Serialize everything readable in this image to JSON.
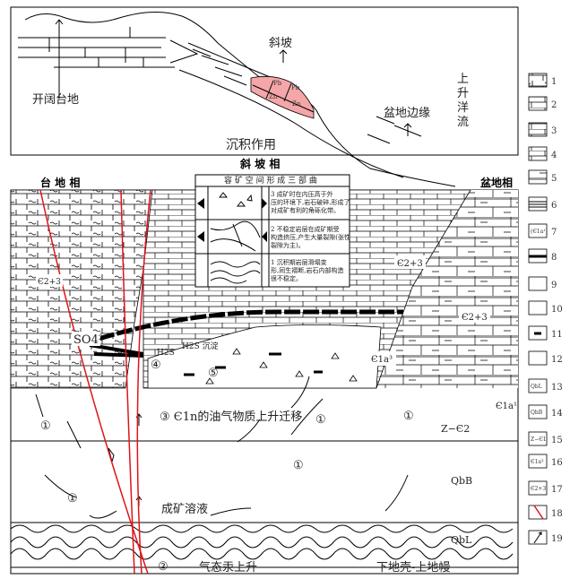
{
  "top_panel": {
    "platform": "开阔台地",
    "slope": "斜坡",
    "basin_margin": "盆地边缘",
    "upwelling": [
      "上",
      "升",
      "洋",
      "流"
    ],
    "process": "沉积作用",
    "ore_labels": [
      "Pb",
      "Pb",
      "Zn",
      "Zn"
    ],
    "ore_color": "#f4a6a8"
  },
  "facies": {
    "slope": "斜 坡 相",
    "platform": "台 地 相",
    "basin": "盆地相"
  },
  "inset": {
    "title": "容 矿 空 间 形 成 三 部 曲",
    "rows": [
      [
        "3 成矿时在内压高于外",
        "压的环境下,岩石破碎,形成了",
        "对成矿有利的角砾化带。"
      ],
      [
        "2 不稳定岩层在成矿期受",
        "构造挤压,产生大量裂隙(张性",
        "裂隙为主)。"
      ],
      [
        "1 沉积期岩层滑塌变",
        "形,同生褶断,岩石内部构造",
        "很不稳定。"
      ]
    ]
  },
  "main": {
    "e23_a": "Є2+3",
    "e23_b": "Є2+3",
    "e23_c": "Є2+3",
    "e1a3": "Є1a³",
    "e1a1": "Є1a¹",
    "so4": "SO4²⁻",
    "h2s": "H2S",
    "h2s_precip": "H2S 沉淀",
    "n4": "④",
    "n5": "⑤",
    "migration": "③ Є1n的油气物质上升迁移",
    "n1": "①",
    "z_e2": "Z−Є2",
    "qbb": "QbB",
    "ore_fluid": "成矿溶液",
    "qbl": "QbL",
    "n2": "②",
    "mercury": "气态汞上升",
    "crust": "下地壳-上地幔"
  },
  "legend": {
    "numbers": [
      "1",
      "2",
      "3",
      "4",
      "5",
      "6",
      "7",
      "8",
      "9",
      "10",
      "11",
      "12",
      "13",
      "14",
      "15",
      "16",
      "17",
      "18",
      "19"
    ],
    "box_labels": {
      "7": "(Є1a¹)",
      "13": "QbL",
      "14": "QbB",
      "15": "Z−Є1",
      "16": "Є1a³",
      "17": "Є2+3"
    },
    "fault_color": "#e0141a"
  }
}
